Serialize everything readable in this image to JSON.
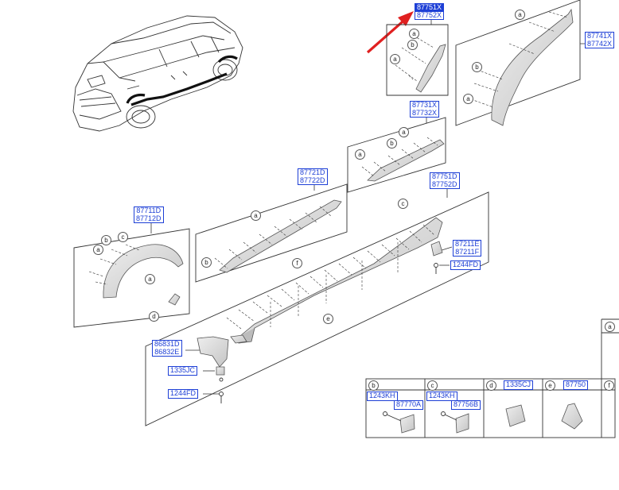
{
  "callouts": {
    "highlighted": [
      "87751X",
      "87752X"
    ],
    "fender_rear": [
      "87741X",
      "87742X"
    ],
    "quarter_small": [
      "87731X",
      "87732X"
    ],
    "door_moulding": [
      "87721D",
      "87722D"
    ],
    "sill": [
      "87751D",
      "87752D"
    ],
    "fender_front": [
      "87711D",
      "87712D"
    ],
    "bracket": [
      "87211E",
      "87211F"
    ],
    "screw_right": [
      "1244FD"
    ],
    "mudguard": [
      "86831D",
      "86832E"
    ],
    "clip_bottom": [
      "1335JC"
    ],
    "screw_bottom": [
      "1244FD"
    ]
  },
  "letters": {
    "a": "a",
    "b": "b",
    "c": "c",
    "d": "d",
    "e": "e",
    "f": "f"
  },
  "legend": {
    "cells": [
      {
        "letter": "b",
        "parts": [
          "1243KH",
          "87770A"
        ]
      },
      {
        "letter": "c",
        "parts": [
          "1243KH",
          "87756B"
        ]
      },
      {
        "letter": "d",
        "parts": [
          "1335CJ"
        ]
      },
      {
        "letter": "e",
        "parts": [
          "87750"
        ]
      },
      {
        "letter": "f",
        "parts": []
      }
    ],
    "side_letter": "a"
  },
  "colors": {
    "callout_blue": "#1d3fd6",
    "arrow_red": "#e02020",
    "part_fill": "#d9d9d9",
    "line": "#333333"
  }
}
